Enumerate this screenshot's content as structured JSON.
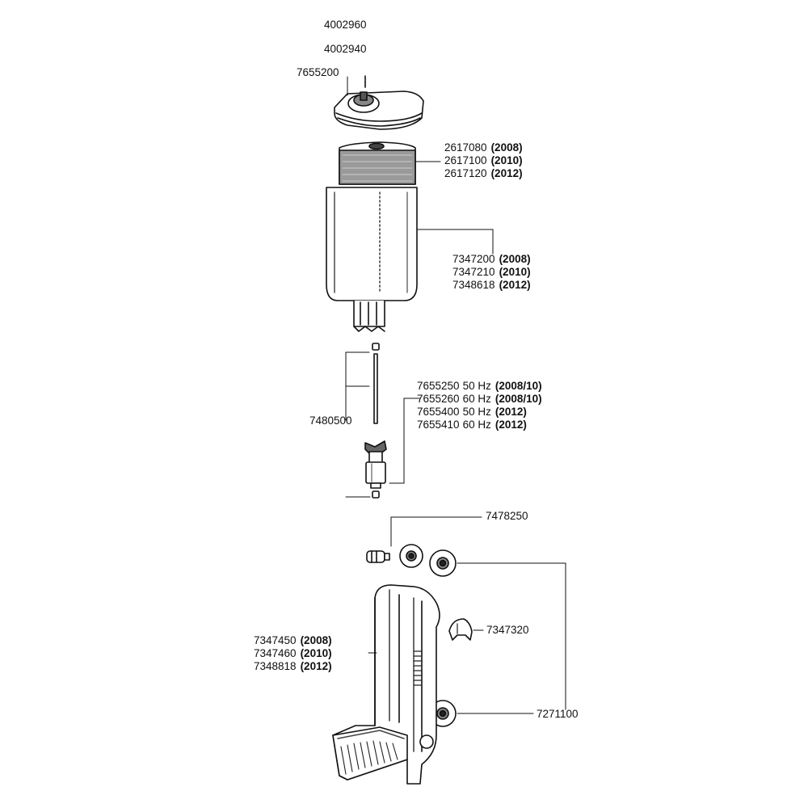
{
  "parts": {
    "top_codes": {
      "code1": "4002960",
      "code2": "4002940"
    },
    "lid": {
      "code": "7655200"
    },
    "sponge": {
      "rows": [
        {
          "code": "2617080",
          "year": "(2008)"
        },
        {
          "code": "2617100",
          "year": "(2010)"
        },
        {
          "code": "2617120",
          "year": "(2012)"
        }
      ]
    },
    "housing": {
      "rows": [
        {
          "code": "7347200",
          "year": "(2008)"
        },
        {
          "code": "7347210",
          "year": "(2010)"
        },
        {
          "code": "7348618",
          "year": "(2012)"
        }
      ]
    },
    "shaft": {
      "code": "7480500"
    },
    "impeller": {
      "rows": [
        {
          "code": "7655250",
          "hz": "50 Hz",
          "year": "(2008/10)"
        },
        {
          "code": "7655260",
          "hz": "60 Hz",
          "year": "(2008/10)"
        },
        {
          "code": "7655400",
          "hz": "50 Hz",
          "year": "(2012)"
        },
        {
          "code": "7655410",
          "hz": "60 Hz",
          "year": "(2012)"
        }
      ]
    },
    "nozzle": {
      "code": "7478250"
    },
    "clip": {
      "code": "7347320"
    },
    "suction_cups": {
      "code": "7271100"
    },
    "motor_head": {
      "rows": [
        {
          "code": "7347450",
          "year": "(2008)"
        },
        {
          "code": "7347460",
          "year": "(2010)"
        },
        {
          "code": "7348818",
          "year": "(2012)"
        }
      ]
    }
  }
}
